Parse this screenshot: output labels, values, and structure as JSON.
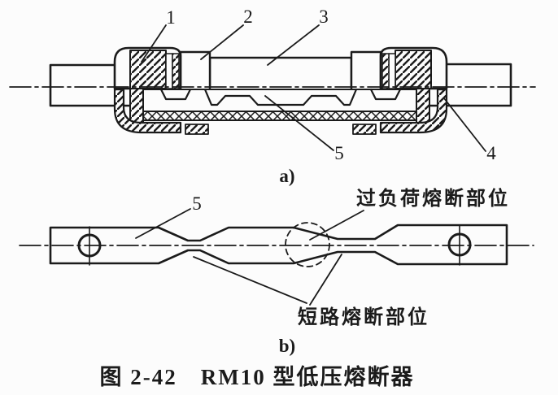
{
  "figure": {
    "part_a": {
      "label": "a)",
      "callout_1": "1",
      "callout_2": "2",
      "callout_3": "3",
      "callout_4": "4",
      "callout_5": "5"
    },
    "part_b": {
      "label": "b)",
      "callout_5": "5",
      "overload_label": "过负荷熔断部位",
      "short_circuit_label": "短路熔断部位"
    },
    "caption": "图 2-42　RM10 型低压熔断器"
  },
  "colors": {
    "line": "#1b1b1b",
    "background": "#fcfcfc"
  }
}
